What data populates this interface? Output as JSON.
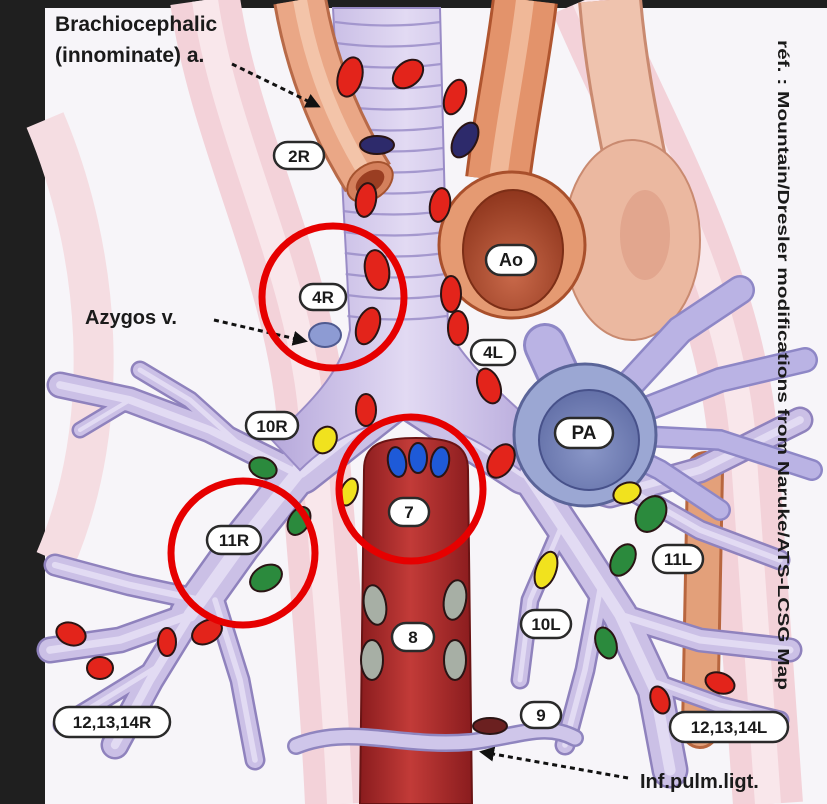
{
  "annotations": {
    "brachiocephalic_line1": "Brachiocephalic",
    "brachiocephalic_line2": "(innominate) a.",
    "azygos": "Azygos v.",
    "inf_pulm_ligt": "Inf.pulm.ligt.",
    "reference": "réf. : Mountain/Dresler modifications from Naruke/ATS-LCSG Map"
  },
  "structures": {
    "aorta": "Ao",
    "pulmonary_artery": "PA"
  },
  "stations": {
    "s2R": "2R",
    "s4R": "4R",
    "s4L": "4L",
    "s7": "7",
    "s8": "8",
    "s9": "9",
    "s10R": "10R",
    "s10L": "10L",
    "s11R": "11R",
    "s11L": "11L",
    "s12_14R": "12,13,14R",
    "s12_14L": "12,13,14L"
  },
  "colors": {
    "highlight_circle": "#e60000",
    "node_red": "#e3241b",
    "node_navy": "#2d2a6b",
    "node_yellow": "#f1e21e",
    "node_green": "#2b8a3d",
    "node_gray": "#a7afa5",
    "node_blue": "#1e5ad8",
    "node_maroon": "#6b2020",
    "azygos": "#8d9bd3"
  }
}
